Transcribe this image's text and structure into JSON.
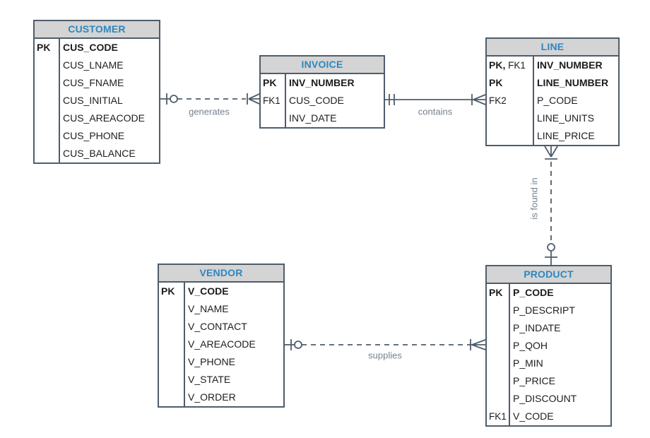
{
  "entities": [
    {
      "name": "CUSTOMER",
      "rows": [
        {
          "k1": "PK",
          "k2": "",
          "attr": "CUS_CODE"
        },
        {
          "k1": "",
          "k2": "",
          "attr": "CUS_LNAME"
        },
        {
          "k1": "",
          "k2": "",
          "attr": "CUS_FNAME"
        },
        {
          "k1": "",
          "k2": "",
          "attr": "CUS_INITIAL"
        },
        {
          "k1": "",
          "k2": "",
          "attr": "CUS_AREACODE"
        },
        {
          "k1": "",
          "k2": "",
          "attr": "CUS_PHONE"
        },
        {
          "k1": "",
          "k2": "",
          "attr": "CUS_BALANCE"
        }
      ]
    },
    {
      "name": "INVOICE",
      "rows": [
        {
          "k1": "PK",
          "k2": "",
          "attr": "INV_NUMBER"
        },
        {
          "k1": "",
          "k2": "FK1",
          "attr": "CUS_CODE"
        },
        {
          "k1": "",
          "k2": "",
          "attr": "INV_DATE"
        }
      ]
    },
    {
      "name": "LINE",
      "rows": [
        {
          "k1": "PK,",
          "k2": " FK1",
          "attr": "INV_NUMBER"
        },
        {
          "k1": "PK",
          "k2": "",
          "attr": "LINE_NUMBER"
        },
        {
          "k1": "",
          "k2": "FK2",
          "attr": "P_CODE"
        },
        {
          "k1": "",
          "k2": "",
          "attr": "LINE_UNITS"
        },
        {
          "k1": "",
          "k2": "",
          "attr": "LINE_PRICE"
        }
      ]
    },
    {
      "name": "VENDOR",
      "rows": [
        {
          "k1": "PK",
          "k2": "",
          "attr": "V_CODE"
        },
        {
          "k1": "",
          "k2": "",
          "attr": "V_NAME"
        },
        {
          "k1": "",
          "k2": "",
          "attr": "V_CONTACT"
        },
        {
          "k1": "",
          "k2": "",
          "attr": "V_AREACODE"
        },
        {
          "k1": "",
          "k2": "",
          "attr": "V_PHONE"
        },
        {
          "k1": "",
          "k2": "",
          "attr": "V_STATE"
        },
        {
          "k1": "",
          "k2": "",
          "attr": "V_ORDER"
        }
      ]
    },
    {
      "name": "PRODUCT",
      "rows": [
        {
          "k1": "PK",
          "k2": "",
          "attr": "P_CODE"
        },
        {
          "k1": "",
          "k2": "",
          "attr": "P_DESCRIPT"
        },
        {
          "k1": "",
          "k2": "",
          "attr": "P_INDATE"
        },
        {
          "k1": "",
          "k2": "",
          "attr": "P_QOH"
        },
        {
          "k1": "",
          "k2": "",
          "attr": "P_MIN"
        },
        {
          "k1": "",
          "k2": "",
          "attr": "P_PRICE"
        },
        {
          "k1": "",
          "k2": "",
          "attr": "P_DISCOUNT"
        },
        {
          "k1": "FK1",
          "k2": "",
          "attr": "V_CODE"
        }
      ]
    }
  ],
  "relationships": [
    {
      "label": "generates"
    },
    {
      "label": "contains"
    },
    {
      "label": "is found in"
    },
    {
      "label": "supplies"
    }
  ],
  "colors": {
    "title_blue": "#2e86c1",
    "header_gray": "#d4d4d4",
    "border": "#4f5d6b",
    "label_gray": "#76828e"
  }
}
